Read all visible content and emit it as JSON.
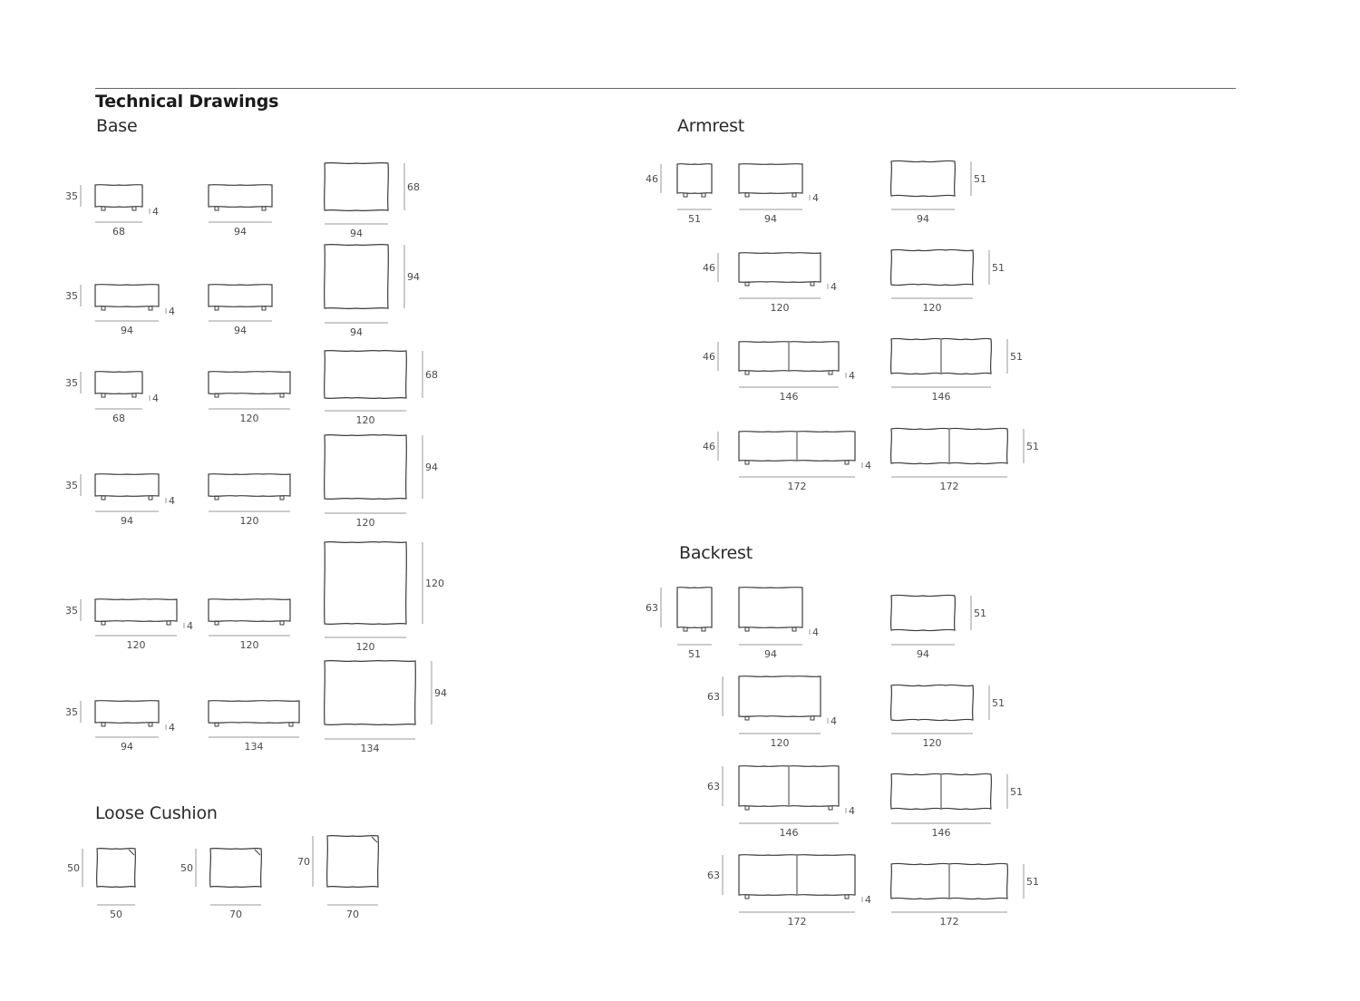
{
  "page": {
    "title": "Technical Drawings",
    "sections": {
      "base": "Base",
      "loose_cushion": "Loose Cushion",
      "armrest": "Armrest",
      "backrest": "Backrest"
    }
  },
  "base": {
    "rows": [
      {
        "height": "35",
        "foot": "4",
        "front_width": "68",
        "side_depth": "94",
        "top_width": "94",
        "top_depth": "68"
      },
      {
        "height": "35",
        "foot": "4",
        "front_width": "94",
        "side_depth": "94",
        "top_width": "94",
        "top_depth": "94"
      },
      {
        "height": "35",
        "foot": "4",
        "front_width": "68",
        "side_depth": "120",
        "top_width": "120",
        "top_depth": "68"
      },
      {
        "height": "35",
        "foot": "4",
        "front_width": "94",
        "side_depth": "120",
        "top_width": "120",
        "top_depth": "94"
      },
      {
        "height": "35",
        "foot": "4",
        "front_width": "120",
        "side_depth": "120",
        "top_width": "120",
        "top_depth": "120"
      },
      {
        "height": "35",
        "foot": "4",
        "front_width": "94",
        "side_depth": "134",
        "top_width": "134",
        "top_depth": "94"
      }
    ]
  },
  "loose_cushion": {
    "items": [
      {
        "height": "50",
        "width": "50"
      },
      {
        "height": "50",
        "width": "70"
      },
      {
        "height": "70",
        "width": "70"
      }
    ]
  },
  "armrest": {
    "rows": [
      {
        "height": "46",
        "front_width": "51",
        "side_width": "94",
        "foot": "4",
        "top_width": "94",
        "top_depth": "51"
      },
      {
        "height": "46",
        "front_width": null,
        "side_width": "120",
        "foot": "4",
        "top_width": "120",
        "top_depth": "51"
      },
      {
        "height": "46",
        "front_width": null,
        "side_width": "146",
        "foot": "4",
        "top_width": "146",
        "top_depth": "51"
      },
      {
        "height": "46",
        "front_width": null,
        "side_width": "172",
        "foot": "4",
        "top_width": "172",
        "top_depth": "51"
      }
    ]
  },
  "backrest": {
    "rows": [
      {
        "height": "63",
        "front_width": "51",
        "side_width": "94",
        "foot": "4",
        "top_width": "94",
        "top_depth": "51"
      },
      {
        "height": "63",
        "front_width": null,
        "side_width": "120",
        "foot": "4",
        "top_width": "120",
        "top_depth": "51"
      },
      {
        "height": "63",
        "front_width": null,
        "side_width": "146",
        "foot": "4",
        "top_width": "146",
        "top_depth": "51"
      },
      {
        "height": "63",
        "front_width": null,
        "side_width": "172",
        "foot": "4",
        "top_width": "172",
        "top_depth": "51"
      }
    ]
  }
}
